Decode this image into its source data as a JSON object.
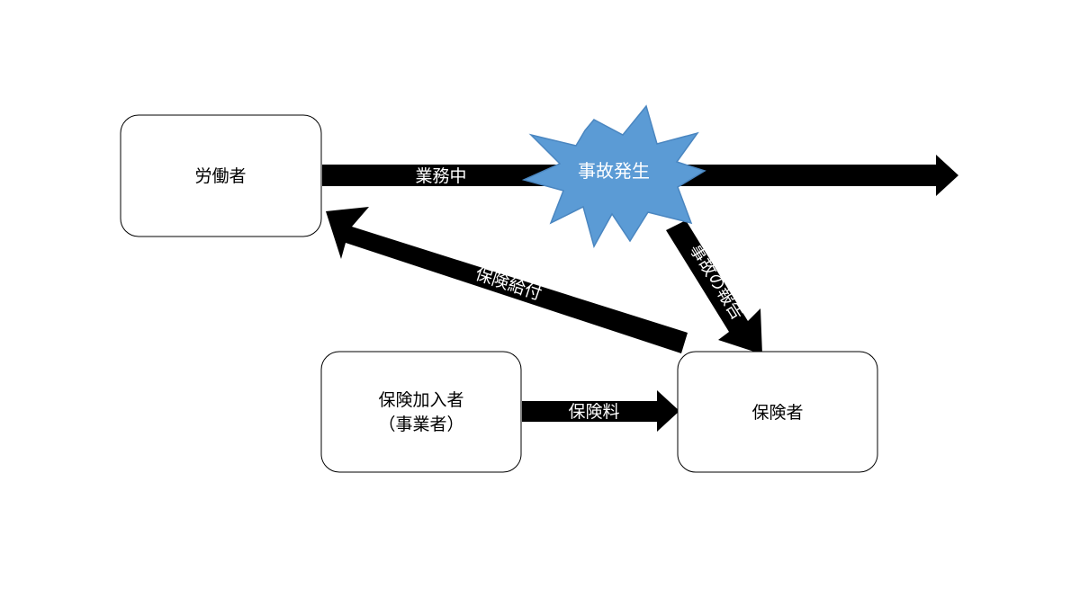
{
  "nodes": {
    "worker": {
      "label": "労働者"
    },
    "policyholder": {
      "line1": "保険加入者",
      "line2": "（事業者）"
    },
    "insurer": {
      "label": "保険者"
    },
    "accident": {
      "label": "事故発生"
    }
  },
  "arrows": {
    "on_duty": {
      "label": "業務中"
    },
    "accident_report": {
      "label": "事故の報告"
    },
    "insurance_benefit": {
      "label": "保険給付"
    },
    "premium": {
      "label": "保険料"
    }
  },
  "colors": {
    "box_stroke": "#000000",
    "box_fill": "#ffffff",
    "arrow_fill": "#000000",
    "burst_fill": "#5b9bd5",
    "burst_stroke": "#4a86c0",
    "arrow_text": "#ffffff"
  }
}
